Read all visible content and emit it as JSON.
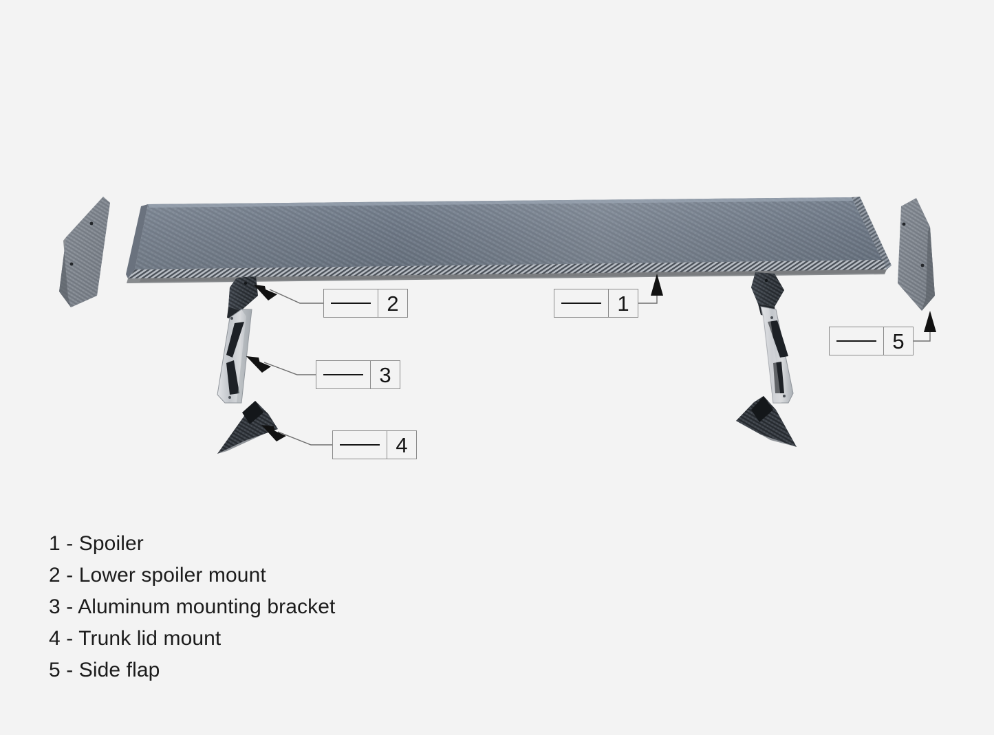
{
  "document": {
    "kind": "exploded-parts-diagram",
    "subject": "carbon fiber rear wing / spoiler assembly",
    "background_color": "#f3f3f3"
  },
  "legend": {
    "separator": " - ",
    "items": [
      {
        "number": "1",
        "label": "Spoiler"
      },
      {
        "number": "2",
        "label": "Lower spoiler mount"
      },
      {
        "number": "3",
        "label": "Aluminum mounting bracket"
      },
      {
        "number": "4",
        "label": "Trunk lid mount"
      },
      {
        "number": "5",
        "label": "Side flap"
      }
    ]
  },
  "callouts": [
    {
      "id": "callout-1",
      "number": "1",
      "dash": "—",
      "target": "spoiler"
    },
    {
      "id": "callout-2",
      "number": "2",
      "dash": "—",
      "target": "lower-spoiler-mount"
    },
    {
      "id": "callout-3",
      "number": "3",
      "dash": "—",
      "target": "aluminum-mounting-bracket"
    },
    {
      "id": "callout-4",
      "number": "4",
      "dash": "—",
      "target": "trunk-lid-mount"
    },
    {
      "id": "callout-5",
      "number": "5",
      "dash": "—",
      "target": "side-flap"
    }
  ],
  "parts": [
    {
      "name": "spoiler-wing",
      "material": "carbon fiber",
      "color": "#6b7684"
    },
    {
      "name": "side-flap-left",
      "material": "carbon fiber",
      "color": "#7c8087"
    },
    {
      "name": "side-flap-right",
      "material": "carbon fiber",
      "color": "#7c8087"
    },
    {
      "name": "lower-spoiler-mount-left",
      "material": "carbon fiber",
      "color": "#3c4148"
    },
    {
      "name": "lower-spoiler-mount-right",
      "material": "carbon fiber",
      "color": "#3c4148"
    },
    {
      "name": "aluminum-mounting-bracket-left",
      "material": "aluminum",
      "color": "#c9ccd0"
    },
    {
      "name": "aluminum-mounting-bracket-right",
      "material": "aluminum",
      "color": "#c9ccd0"
    },
    {
      "name": "trunk-lid-mount-left",
      "material": "carbon fiber",
      "color": "#2b2f34"
    },
    {
      "name": "trunk-lid-mount-right",
      "material": "carbon fiber",
      "color": "#2b2f34"
    }
  ],
  "colors": {
    "background": "#f3f3f3",
    "line": "#8a8a8a",
    "ink": "#141414",
    "carbon_light": "#8c929b",
    "carbon_mid": "#6b7684",
    "carbon_dark": "#3c4148",
    "aluminum": "#c9ccd0"
  }
}
